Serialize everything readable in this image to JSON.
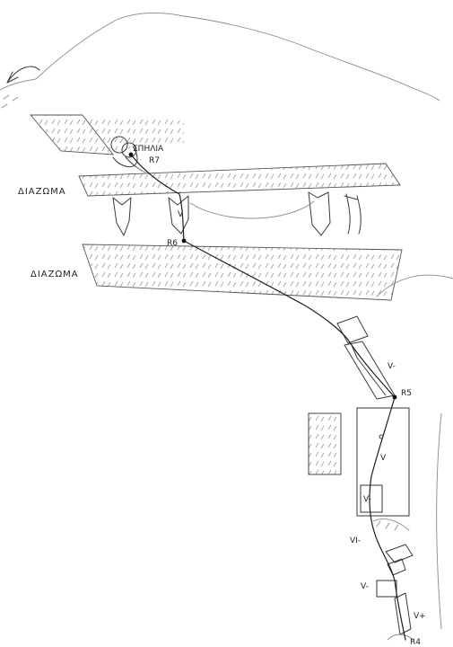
{
  "labels": {
    "cave": "ΣΠΗΛΙΑ",
    "ledge_upper": "ΔΙΑΖΩΜΑ",
    "ledge_lower": "ΔΙΑΖΩΜΑ"
  },
  "belays": {
    "r7": "R7",
    "r6": "R6",
    "r5": "R5",
    "r4": "R4"
  },
  "grades": {
    "g1": "V",
    "g2": "V-",
    "g3": "V",
    "g4": "V-",
    "g5": "VI-",
    "g6": "V-",
    "g7": "V+"
  }
}
